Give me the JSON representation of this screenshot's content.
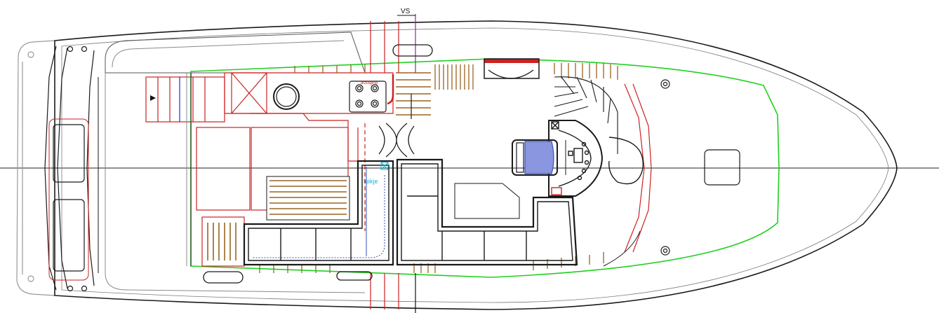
{
  "drawing": {
    "title": "",
    "labels": {
      "station_mark": "VS",
      "galley_sink_label": "afzuiging",
      "hatch_label": "luikje"
    },
    "colors": {
      "hull_outline": "#1a1a1a",
      "deck_line": "#20d020",
      "structure_red": "#d42020",
      "teak_brown": "#9a6420",
      "furniture_dark": "#222222",
      "seat_blue": "#3a4fb8",
      "hatch_cyan": "#18b8d8",
      "station_purple": "#8a2a9a"
    }
  }
}
